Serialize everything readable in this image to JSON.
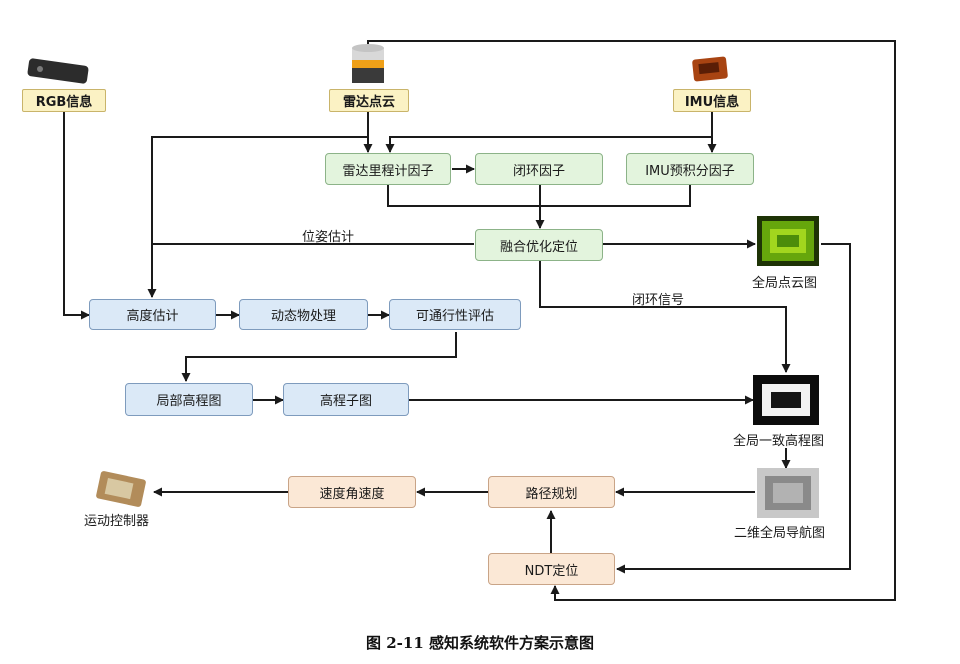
{
  "nodes": {
    "rgb": "RGB信息",
    "lidar": "雷达点云",
    "imu": "IMU信息",
    "lidar_odom": "雷达里程计因子",
    "loop": "闭环因子",
    "imu_preint": "IMU预积分因子",
    "fusion": "融合优化定位",
    "height_est": "高度估计",
    "dynamic": "动态物处理",
    "traversability": "可通行性评估",
    "local_height": "局部高程图",
    "elev_submap": "高程子图",
    "speed": "速度角速度",
    "path": "路径规划",
    "ndt": "NDT定位"
  },
  "labels": {
    "pose_est": "位姿估计",
    "loop_signal": "闭环信号",
    "global_cloud": "全局点云图",
    "global_height": "全局一致高程图",
    "nav_map": "二维全局导航图",
    "motion_ctrl": "运动控制器"
  },
  "caption": "图 2-11  感知系统软件方案示意图",
  "colors": {
    "yellow": "#fbf2c4",
    "green": "#e3f4dd",
    "blue": "#dbe9f7",
    "peach": "#fbe8d6",
    "line": "#1a1a1a"
  }
}
